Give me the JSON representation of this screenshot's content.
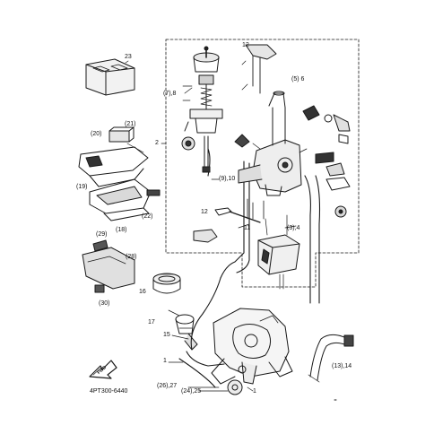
{
  "diagram": {
    "part_code": "4PT300-6440",
    "fwd_mark": "FWD",
    "callouts": {
      "c23": "23",
      "c21": "(21)",
      "c20": "(20)",
      "c19": "(19)",
      "c22": "(22)",
      "c18": "(18)",
      "c29": "(29)",
      "c28": "(28)",
      "c30": "(30)",
      "c16": "16",
      "c17": "17",
      "c15": "15",
      "c1a": "1",
      "c1b": "1",
      "c2": "2",
      "c78": "(7),8",
      "c910": "(9),10",
      "c12a": "12",
      "c12b": "12",
      "c56": "(5) 6",
      "c11": "11",
      "c34": "(3),4",
      "c1314": "(13),14",
      "c2627": "(26),27",
      "c2425": "(24),25"
    }
  }
}
